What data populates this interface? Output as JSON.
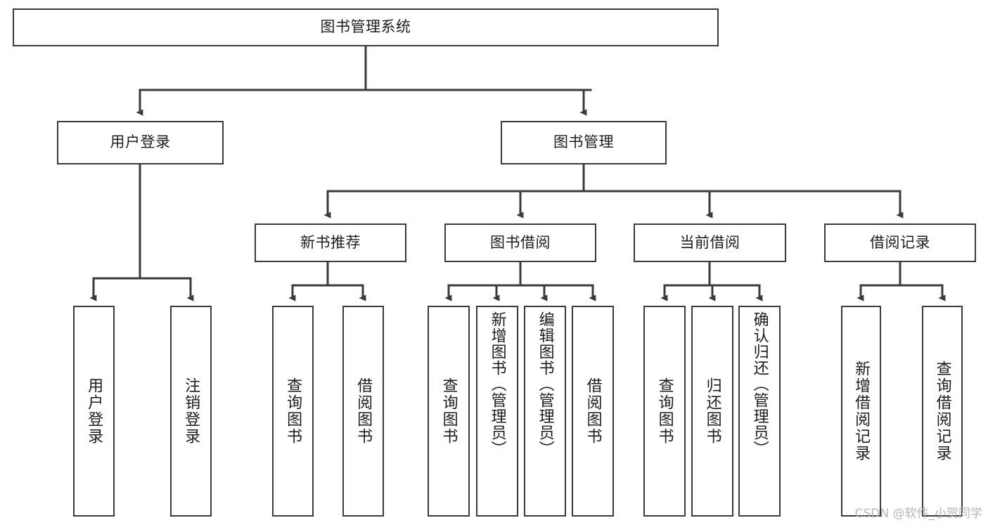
{
  "diagram": {
    "type": "tree-hierarchy",
    "title": "图书管理系统",
    "watermark": "CSDN @软件_小贺同学",
    "line_color": "#3a3a3a",
    "text_color": "#1d1d1d",
    "background": "#ffffff"
  },
  "nodes": {
    "root": {
      "label": "图书管理系统"
    },
    "level2": [
      {
        "id": "user-login",
        "label": "用户登录"
      },
      {
        "id": "book-manage",
        "label": "图书管理"
      }
    ],
    "level3": [
      {
        "id": "new-book-rec",
        "label": "新书推荐"
      },
      {
        "id": "book-borrow",
        "label": "图书借阅"
      },
      {
        "id": "current-borrow",
        "label": "当前借阅"
      },
      {
        "id": "borrow-record",
        "label": "借阅记录"
      }
    ],
    "leaves": {
      "user_login": [
        {
          "id": "leaf-user-login",
          "label": "用户登录"
        },
        {
          "id": "leaf-logout",
          "label": "注销登录"
        }
      ],
      "new_book_rec": [
        {
          "id": "leaf-query-book-1",
          "label": "查询图书"
        },
        {
          "id": "leaf-borrow-book-1",
          "label": "借阅图书"
        }
      ],
      "book_borrow": [
        {
          "id": "leaf-query-book-2",
          "label": "查询图书"
        },
        {
          "id": "leaf-add-book",
          "label": "新增图书（管理员）"
        },
        {
          "id": "leaf-edit-book",
          "label": "编辑图书（管理员）"
        },
        {
          "id": "leaf-borrow-book-2",
          "label": "借阅图书"
        }
      ],
      "current_borrow": [
        {
          "id": "leaf-query-book-3",
          "label": "查询图书"
        },
        {
          "id": "leaf-return-book",
          "label": "归还图书"
        },
        {
          "id": "leaf-confirm-return",
          "label": "确认归还（管理员）"
        }
      ],
      "borrow_record": [
        {
          "id": "leaf-add-record",
          "label": "新增借阅记录"
        },
        {
          "id": "leaf-query-record",
          "label": "查询借阅记录"
        }
      ]
    }
  }
}
